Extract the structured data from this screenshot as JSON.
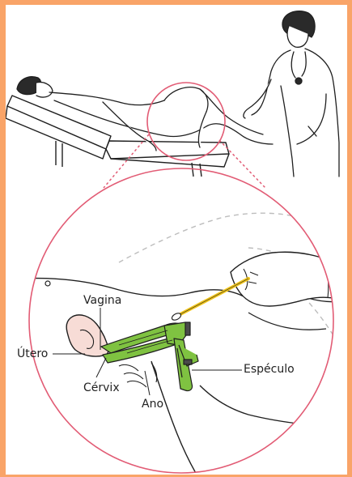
{
  "labels": {
    "vagina": "Vagina",
    "utero": "Útero",
    "cervix": "Cérvix",
    "ano": "Ano",
    "especulo": "Espéculo"
  },
  "colors": {
    "frame": "#f9a468",
    "magnifier": "#e25c75",
    "speculum": "#7fc241",
    "swab": "#f0c419",
    "uterus": "#f7dcd6",
    "line": "#1f1f1f"
  }
}
